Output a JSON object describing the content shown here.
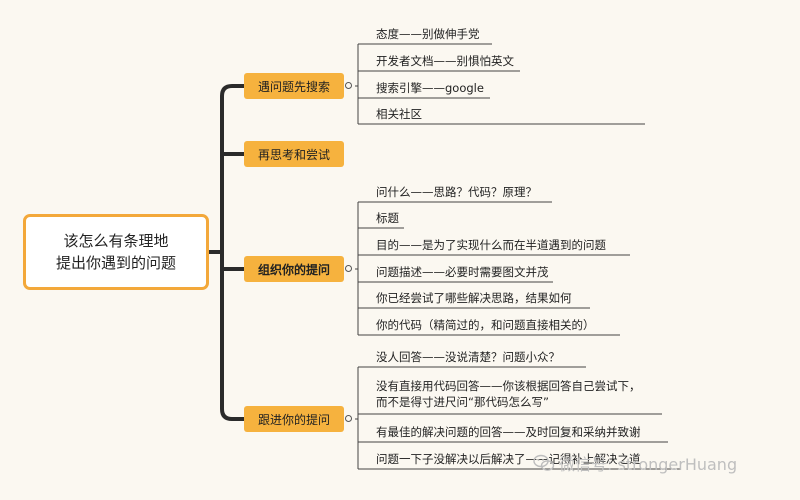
{
  "root": {
    "line1": "该怎么有条理地",
    "line2": "提出你遇到的问题"
  },
  "branches": [
    {
      "label": "遇问题先搜索",
      "leaves": [
        [
          "态度——别做伸手党"
        ],
        [
          "开发者文档——别惧怕英文"
        ],
        [
          "搜索引擎——google"
        ],
        [
          "相关社区"
        ]
      ]
    },
    {
      "label": "再思考和尝试",
      "leaves": []
    },
    {
      "label": "组织你的提问",
      "leaves": [
        [
          "问什么——思路？代码？原理？"
        ],
        [
          "标题"
        ],
        [
          "目的——是为了实现什么而在半道遇到的问题"
        ],
        [
          "问题描述——必要时需要图文并茂"
        ],
        [
          "你已经尝试了哪些解决思路，结果如何"
        ],
        [
          "你的代码（精简过的，和问题直接相关的）"
        ]
      ]
    },
    {
      "label": "跟进你的提问",
      "leaves": [
        [
          "没人回答——没说清楚？问题小众？"
        ],
        [
          "没有直接用代码回答——你该根据回答自己尝试下，",
          "而不是得寸进尺问“那代码怎么写”"
        ],
        [
          "有最佳的解决问题的回答——及时回复和采纳并致谢"
        ],
        [
          "问题一下子没解决以后解决了——记得补上解决之道"
        ]
      ]
    }
  ],
  "watermark": "微信号: strongerHuang"
}
